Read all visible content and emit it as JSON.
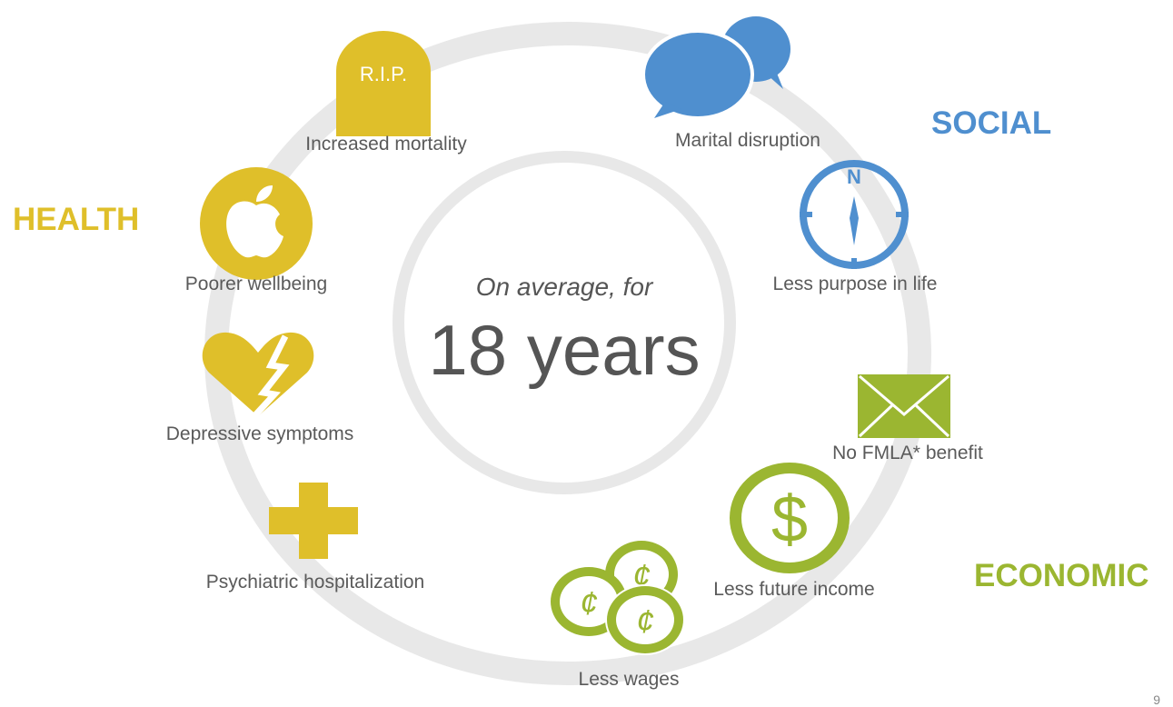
{
  "center": {
    "subtitle": "On average, for",
    "headline": "18 years"
  },
  "categories": {
    "health": {
      "label": "HEALTH",
      "color": "#dfbf2a"
    },
    "social": {
      "label": "SOCIAL",
      "color": "#4f8fcf"
    },
    "economic": {
      "label": "ECONOMIC",
      "color": "#9bb631"
    }
  },
  "health_items": [
    {
      "label": "Increased mortality",
      "icon": "tombstone-icon",
      "icon_text": "R.I.P."
    },
    {
      "label": "Poorer wellbeing",
      "icon": "apple-icon"
    },
    {
      "label": "Depressive symptoms",
      "icon": "broken-heart-icon"
    },
    {
      "label": "Psychiatric hospitalization",
      "icon": "cross-icon"
    }
  ],
  "social_items": [
    {
      "label": "Marital disruption",
      "icon": "speech-bubbles-icon"
    },
    {
      "label": "Less purpose in life",
      "icon": "compass-icon",
      "icon_text": "N"
    }
  ],
  "economic_items": [
    {
      "label": "No FMLA* benefit",
      "icon": "envelope-icon"
    },
    {
      "label": "Less future income",
      "icon": "dollar-coin-icon",
      "icon_text": "$"
    },
    {
      "label": "Less wages",
      "icon": "cent-coins-icon",
      "icon_text": "¢"
    }
  ],
  "page_number": "9"
}
